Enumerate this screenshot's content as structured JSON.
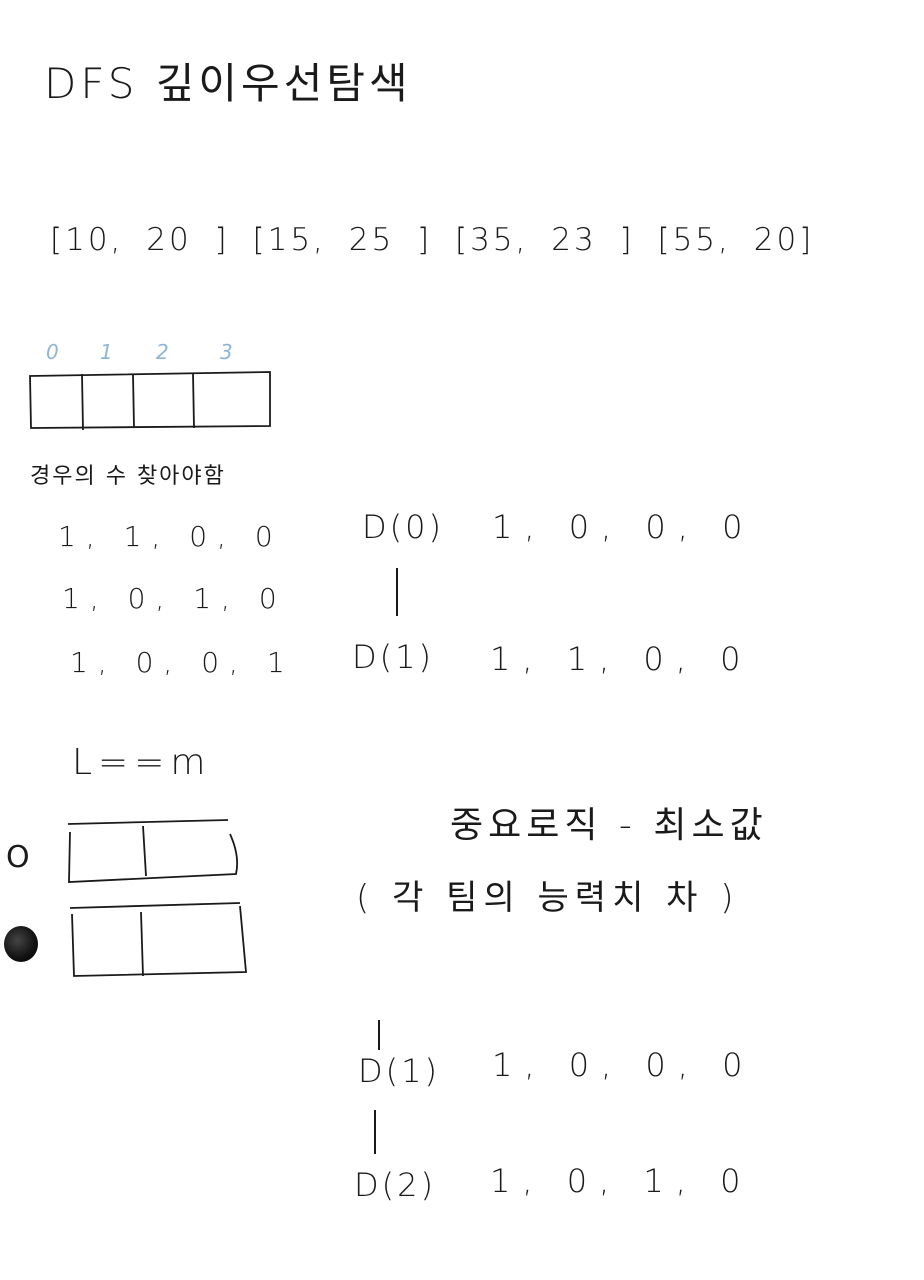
{
  "title": "DFS 깊이우선탐색",
  "arrays_line": "[10, 20 ]  [15, 25 ] [35, 23 ] [55, 20]",
  "indices": [
    "0",
    "1",
    "2",
    "3"
  ],
  "case_label": "경우의 수 찾아야함",
  "cases": [
    "1, 1, 0, 0",
    "1, 0, 1, 0",
    "1, 0, 0, 1"
  ],
  "dfs_top": {
    "d0": "D(0)",
    "d0_seq": "1, 0, 0, 0",
    "d1": "D(1)",
    "d1_seq": "1, 1, 0, 0"
  },
  "condition": "L==m",
  "marks": {
    "o": "O"
  },
  "important_logic": "중요로직 - 최소값",
  "logic_detail": "( 각 팀의 능력치 차 )",
  "dfs_bottom": {
    "d1": "D(1)",
    "d1_seq": "1, 0, 0, 0",
    "d2": "D(2)",
    "d2_seq": "1, 0, 1, 0"
  }
}
